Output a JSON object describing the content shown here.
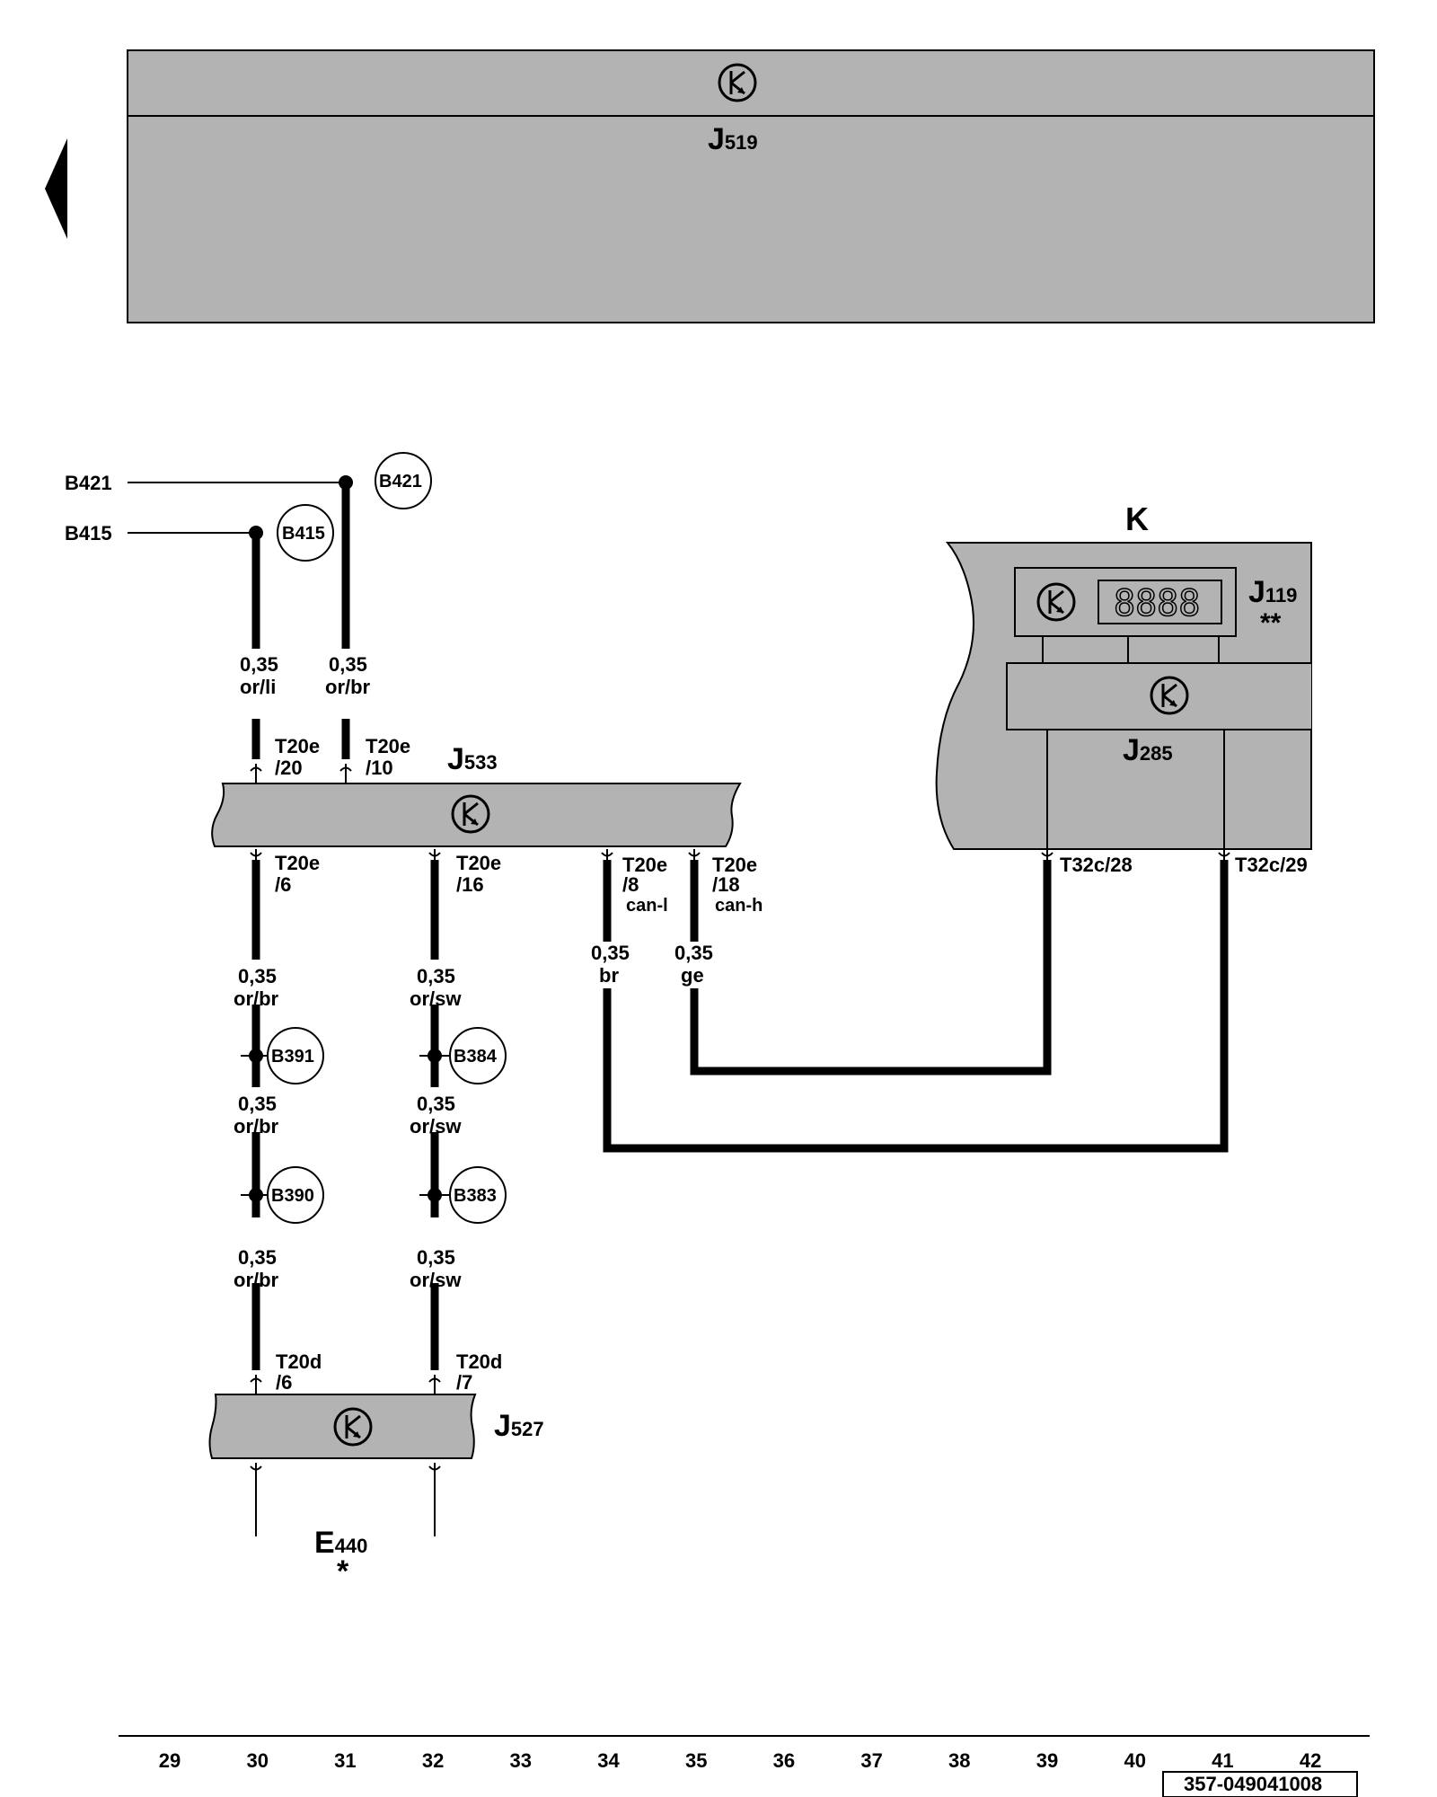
{
  "header": {
    "module_label": "J",
    "module_sub": "519"
  },
  "connectors_left": {
    "b421": "B421",
    "b415": "B415"
  },
  "wires": {
    "w1": [
      "0,35",
      "or/li"
    ],
    "w2": [
      "0,35",
      "or/br"
    ],
    "w3": [
      "0,35",
      "or/br"
    ],
    "w4": [
      "0,35",
      "or/sw"
    ],
    "w5": [
      "0,35",
      "or/br"
    ],
    "w6": [
      "0,35",
      "or/sw"
    ],
    "w7": [
      "0,35",
      "or/br"
    ],
    "w8": [
      "0,35",
      "or/sw"
    ],
    "w9": [
      "0,35",
      "br"
    ],
    "w10": [
      "0,35",
      "ge"
    ]
  },
  "pins": {
    "p1": [
      "T20e",
      "/20"
    ],
    "p2": [
      "T20e",
      "/10"
    ],
    "p3": [
      "T20e",
      "/6"
    ],
    "p4": [
      "T20e",
      "/16"
    ],
    "p5": [
      "T20e",
      "/8",
      "can-l"
    ],
    "p6": [
      "T20e",
      "/18",
      "can-h"
    ],
    "p7": [
      "T20d",
      "/6"
    ],
    "p8": [
      "T20d",
      "/7"
    ],
    "p9": "T32c/28",
    "p10": "T32c/29"
  },
  "splices": {
    "s1": "B421",
    "s2": "B415",
    "s3": "B391",
    "s4": "B384",
    "s5": "B390",
    "s6": "B383"
  },
  "components": {
    "j533": [
      "J",
      "533"
    ],
    "j527": [
      "J",
      "527"
    ],
    "j285": [
      "J",
      "285"
    ],
    "j119": [
      "J",
      "119",
      "**"
    ],
    "k": "K",
    "e440": [
      "E",
      "440",
      "*"
    ],
    "display": "8888"
  },
  "footer": {
    "columns": [
      "29",
      "30",
      "31",
      "32",
      "33",
      "34",
      "35",
      "36",
      "37",
      "38",
      "39",
      "40",
      "41",
      "42"
    ],
    "doc_number": "357-049041008"
  },
  "colors": {
    "module_fill": "#b3b3b3",
    "line": "#000000"
  }
}
